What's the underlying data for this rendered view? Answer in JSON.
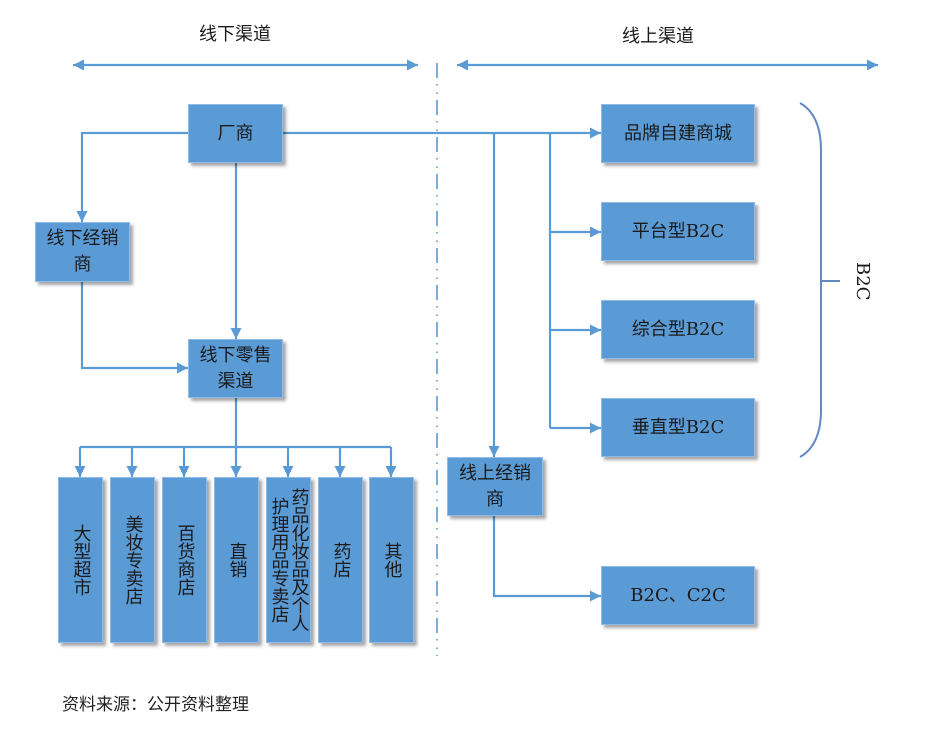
{
  "header": {
    "offline_title": "线下渠道",
    "online_title": "线上渠道"
  },
  "nodes": {
    "manufacturer": "厂商",
    "offline_distributor": "线下经销商",
    "offline_retail": "线下零售渠道",
    "online_distributor": "线上经销商",
    "brand_mall": "品牌自建商城",
    "platform_b2c": "平台型B2C",
    "comprehensive_b2c": "综合型B2C",
    "vertical_b2c": "垂直型B2C",
    "b2c_c2c": "B2C、C2C"
  },
  "retail_channels": [
    "大型超市",
    "美妆专卖店",
    "百货商店",
    "直销",
    "药品化妆品及个人护理用品专卖店",
    "药店",
    "其他"
  ],
  "bracket_label": "B2C",
  "source": "资料来源：公开资料整理",
  "colors": {
    "box_fill": "#5b9bd5",
    "line": "#5b9bd5",
    "text": "#1a1a1a",
    "bracket": "#6189c2"
  }
}
